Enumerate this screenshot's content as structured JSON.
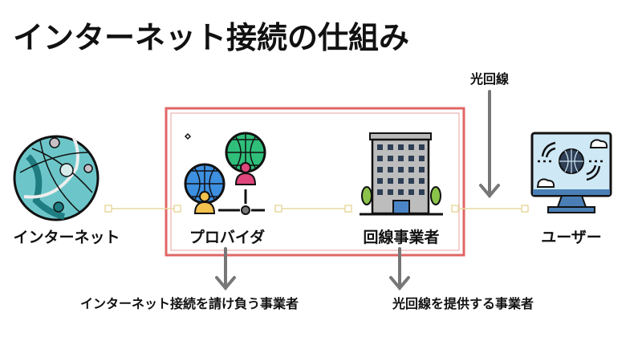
{
  "title": "インターネット接続の仕組み",
  "nodes": {
    "internet": "インターネット",
    "provider": "プロバイダ",
    "carrier": "回線事業者",
    "user": "ユーザー"
  },
  "annotations": {
    "fiber": "光回線",
    "provider_desc": "インターネット接続を請け負う事業者",
    "carrier_desc": "光回線を提供する事業者"
  },
  "colors": {
    "box": "#e06666",
    "connector": "#e8d9a0",
    "arrow": "#777777"
  }
}
